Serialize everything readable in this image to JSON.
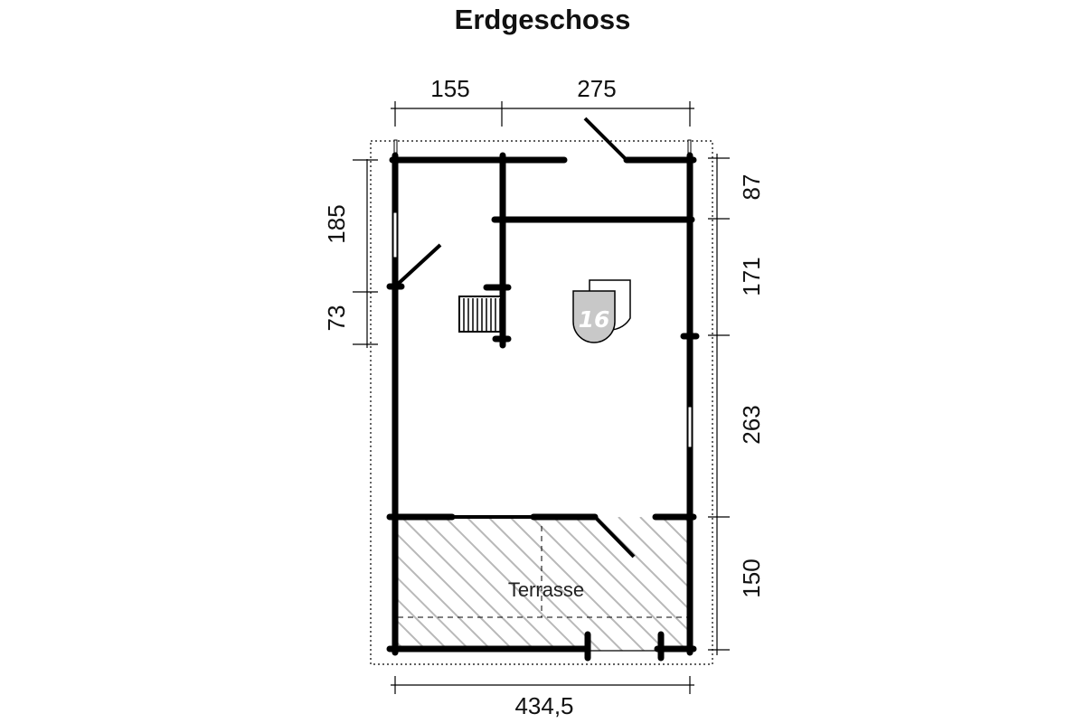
{
  "title": "Erdgeschoss",
  "dimensions": {
    "top_left": "155",
    "top_right": "275",
    "left_upper": "185",
    "left_lower": "73",
    "right_1": "87",
    "right_2": "171",
    "right_3": "263",
    "right_4": "150",
    "bottom": "434,5"
  },
  "rooms": {
    "terrace_label": "Terrasse"
  },
  "badge": {
    "number": "16",
    "color": "#c8c8c8"
  },
  "colors": {
    "walls": "#000000",
    "hatch": "#b8b8b8",
    "background": "#ffffff"
  }
}
